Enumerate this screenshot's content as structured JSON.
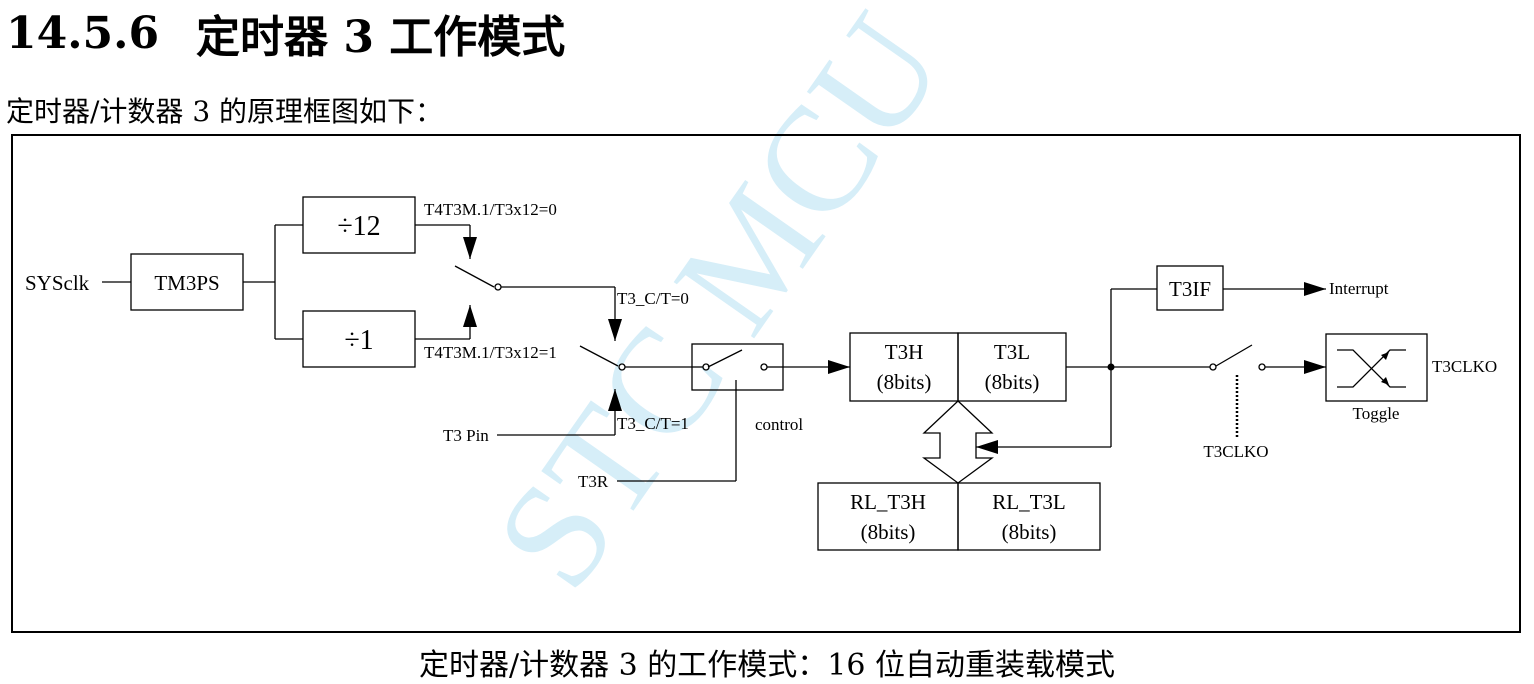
{
  "heading": {
    "number": "14.5.6",
    "title": "定时器 3 工作模式"
  },
  "intro": "定时器/计数器 3 的原理框图如下：",
  "diagram": {
    "sysclk": "SYSclk",
    "tm3ps": "TM3PS",
    "div12": "÷12",
    "div1": "÷1",
    "x12_0": "T4T3M.1/T3x12=0",
    "x12_1": "T4T3M.1/T3x12=1",
    "ct0": "T3_C/T=0",
    "ct1": "T3_C/T=1",
    "t3pin": "T3 Pin",
    "t3r": "T3R",
    "control": "control",
    "t3h": "T3H",
    "t3l": "T3L",
    "bits": "(8bits)",
    "rl_t3h": "RL_T3H",
    "rl_t3l": "RL_T3L",
    "t3if": "T3IF",
    "interrupt": "Interrupt",
    "t3clko_out": "T3CLKO",
    "t3clko_ctrl": "T3CLKO",
    "toggle": "Toggle",
    "watermark": "STC MCU"
  },
  "caption": "定时器/计数器 3 的工作模式：16 位自动重装载模式"
}
